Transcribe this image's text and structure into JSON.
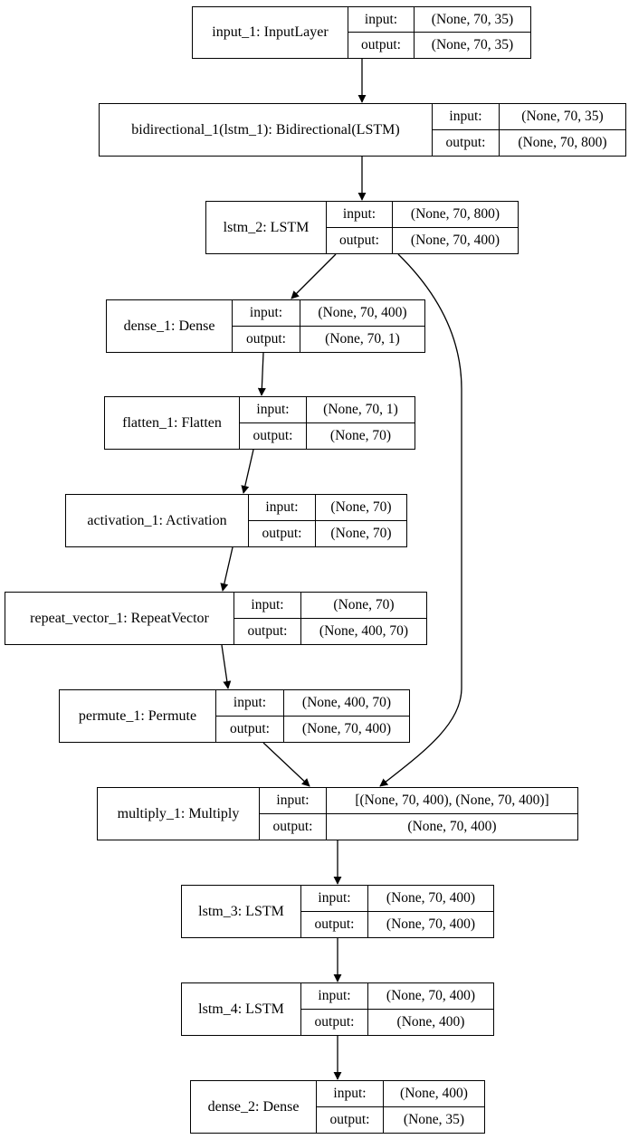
{
  "diagram": {
    "type": "keras-model-plot",
    "io_labels": {
      "input": "input:",
      "output": "output:"
    },
    "nodes": [
      {
        "id": "input_1",
        "name": "input_1: InputLayer",
        "input": "(None, 70, 35)",
        "output": "(None, 70, 35)"
      },
      {
        "id": "bidirectional_1",
        "name": "bidirectional_1(lstm_1): Bidirectional(LSTM)",
        "input": "(None, 70, 35)",
        "output": "(None, 70, 800)"
      },
      {
        "id": "lstm_2",
        "name": "lstm_2: LSTM",
        "input": "(None, 70, 800)",
        "output": "(None, 70, 400)"
      },
      {
        "id": "dense_1",
        "name": "dense_1: Dense",
        "input": "(None, 70, 400)",
        "output": "(None, 70, 1)"
      },
      {
        "id": "flatten_1",
        "name": "flatten_1: Flatten",
        "input": "(None, 70, 1)",
        "output": "(None, 70)"
      },
      {
        "id": "activation_1",
        "name": "activation_1: Activation",
        "input": "(None, 70)",
        "output": "(None, 70)"
      },
      {
        "id": "repeat_vector_1",
        "name": "repeat_vector_1: RepeatVector",
        "input": "(None, 70)",
        "output": "(None, 400, 70)"
      },
      {
        "id": "permute_1",
        "name": "permute_1: Permute",
        "input": "(None, 400, 70)",
        "output": "(None, 70, 400)"
      },
      {
        "id": "multiply_1",
        "name": "multiply_1: Multiply",
        "input": "[(None, 70, 400), (None, 70, 400)]",
        "output": "(None, 70, 400)"
      },
      {
        "id": "lstm_3",
        "name": "lstm_3: LSTM",
        "input": "(None, 70, 400)",
        "output": "(None, 70, 400)"
      },
      {
        "id": "lstm_4",
        "name": "lstm_4: LSTM",
        "input": "(None, 70, 400)",
        "output": "(None, 400)"
      },
      {
        "id": "dense_2",
        "name": "dense_2: Dense",
        "input": "(None, 400)",
        "output": "(None, 35)"
      }
    ],
    "edges": [
      {
        "from": "input_1",
        "to": "bidirectional_1"
      },
      {
        "from": "bidirectional_1",
        "to": "lstm_2"
      },
      {
        "from": "lstm_2",
        "to": "dense_1"
      },
      {
        "from": "lstm_2",
        "to": "multiply_1"
      },
      {
        "from": "dense_1",
        "to": "flatten_1"
      },
      {
        "from": "flatten_1",
        "to": "activation_1"
      },
      {
        "from": "activation_1",
        "to": "repeat_vector_1"
      },
      {
        "from": "repeat_vector_1",
        "to": "permute_1"
      },
      {
        "from": "permute_1",
        "to": "multiply_1"
      },
      {
        "from": "multiply_1",
        "to": "lstm_3"
      },
      {
        "from": "lstm_3",
        "to": "lstm_4"
      },
      {
        "from": "lstm_4",
        "to": "dense_2"
      }
    ]
  }
}
